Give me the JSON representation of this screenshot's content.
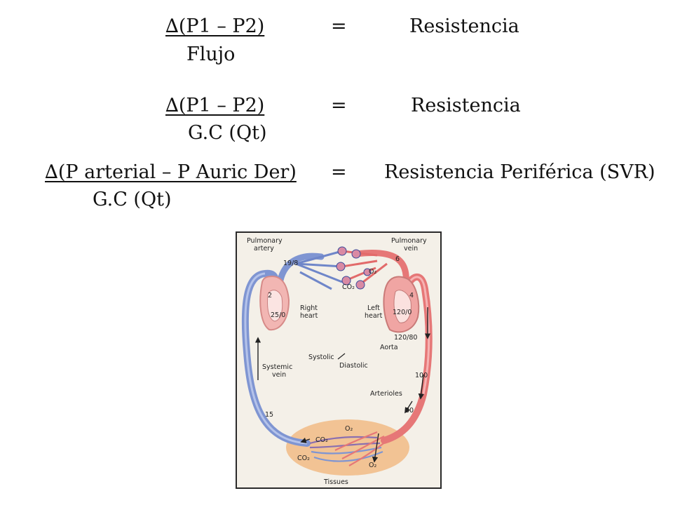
{
  "equations": [
    {
      "numerator": "∆(P1 – P2) ",
      "equals": "=",
      "result": "Resistencia",
      "denominator": "Flujo"
    },
    {
      "numerator": "∆(P1 – P2) ",
      "equals": "=",
      "result": "Resistencia",
      "denominator": "G.C (Qt)"
    },
    {
      "numerator": "∆(P arterial – P Auric Der) ",
      "equals": "=",
      "result": "Resistencia Periférica (SVR)",
      "denominator": "G.C (Qt)"
    }
  ],
  "diagram": {
    "labels": {
      "pulmonary_artery": [
        "Pulmonary",
        "artery"
      ],
      "pulmonary_vein": [
        "Pulmonary",
        "vein"
      ],
      "pa_pressure": "19/8",
      "pv_pressure": "6",
      "o2": "O₂",
      "co2": "CO₂",
      "ra_pressure": "2",
      "rv_pressure": "25/0",
      "right_heart": [
        "Right",
        "heart"
      ],
      "la_pressure": "4",
      "lv_pressure": "120/0",
      "left_heart": [
        "Left",
        "heart"
      ],
      "aorta_pressure": "120/80",
      "aorta": "Aorta",
      "systolic": "Systolic",
      "diastolic": "Diastolic",
      "systemic_vein": [
        "Systemic",
        "vein"
      ],
      "artery_pressure": "100",
      "arterioles": "Arterioles",
      "arteriole_pressure": "30",
      "vein_pressure": "15",
      "tissue_o2_top": "O₂",
      "tissue_co2_mid": "CO₂",
      "tissue_co2_bottom": "CO₂",
      "tissue_o2_bottom": "O₂",
      "tissues": "Tissues"
    },
    "colors": {
      "venous": "#6f86c9",
      "arterial": "#e26a6a",
      "tissue_bed": "#f2c394",
      "heart_wall_right": "#f2b6b3",
      "heart_wall_left": "#f0a5a3"
    }
  }
}
